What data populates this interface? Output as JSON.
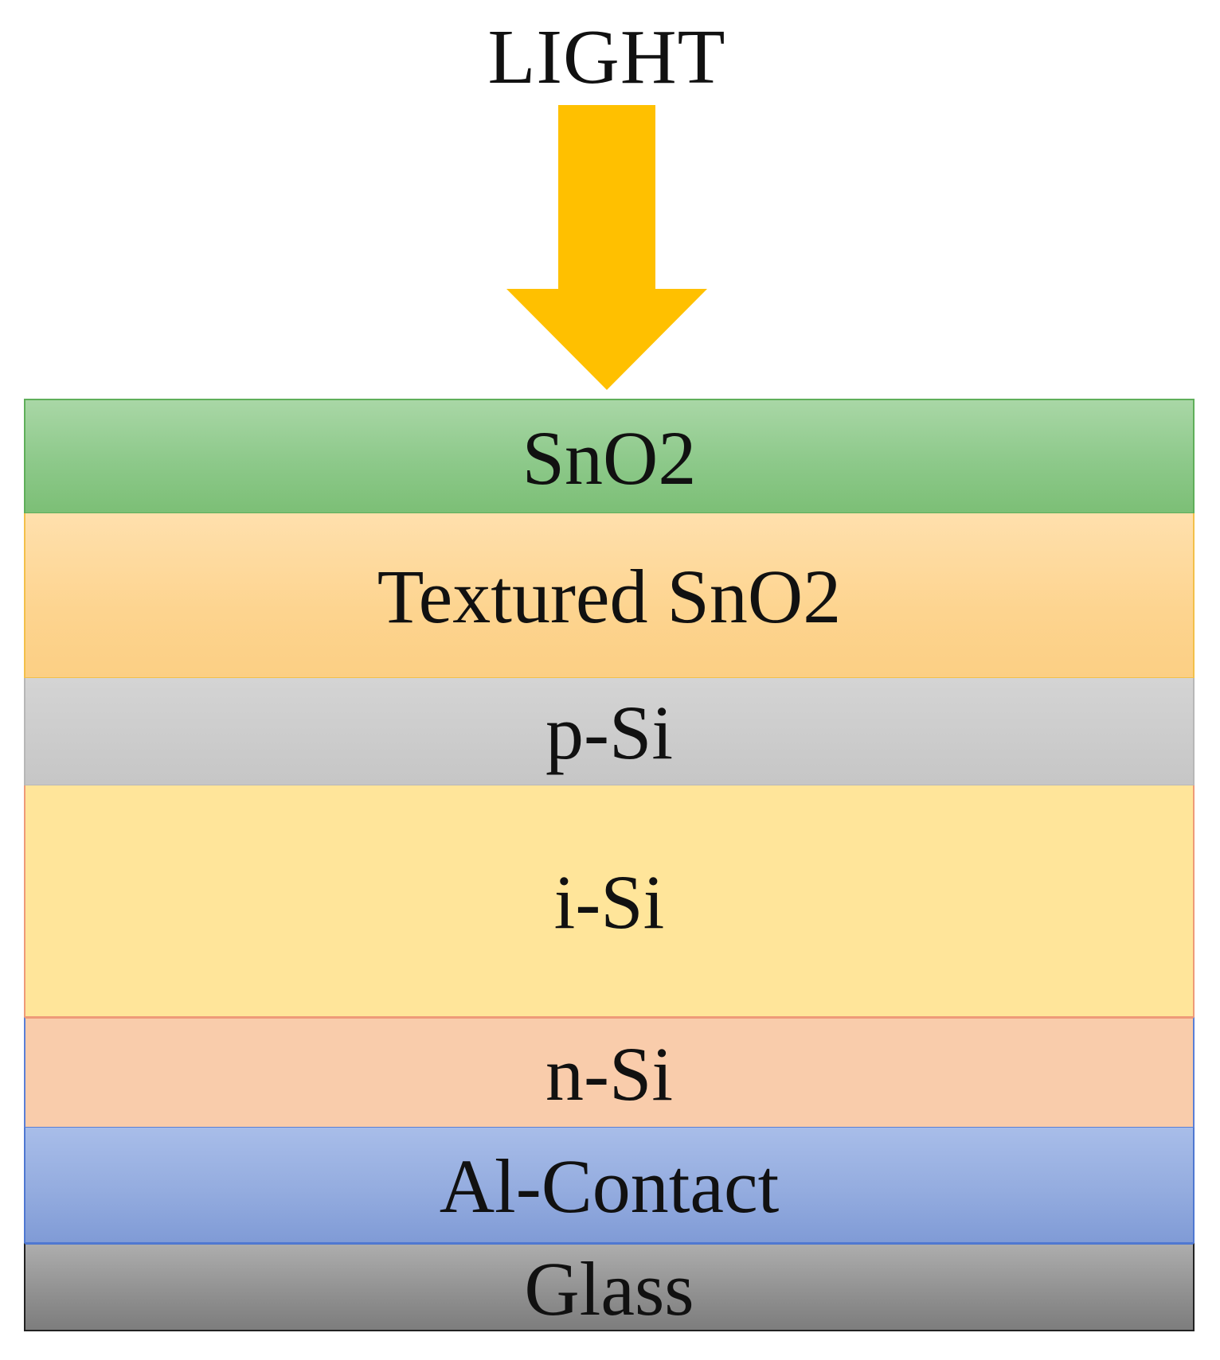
{
  "light": {
    "label": "LIGHT",
    "arrow_color": "#ffc000"
  },
  "layers": [
    {
      "label": "SnO2",
      "color": "#8dc98a"
    },
    {
      "label": "Textured SnO2",
      "color": "#fdd48f"
    },
    {
      "label": "p-Si",
      "color": "#c9c9c9"
    },
    {
      "label": "i-Si",
      "color": "#ffe59a"
    },
    {
      "label": "n-Si",
      "color": "#f9ccab"
    },
    {
      "label": "Al-Contact",
      "color": "#94acdf"
    },
    {
      "label": "Glass",
      "color": "#8f8f8f"
    }
  ]
}
